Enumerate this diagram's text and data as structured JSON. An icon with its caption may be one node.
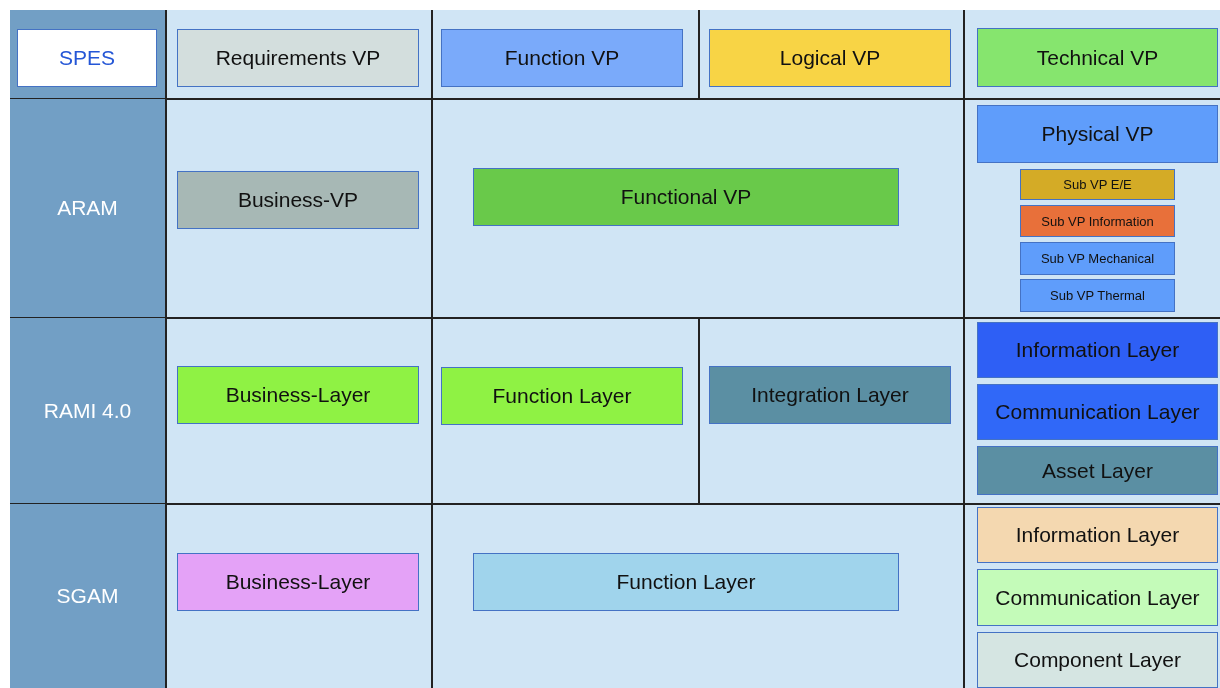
{
  "diagram": {
    "nodes": [
      {
        "text": [
          "SPES"
        ]
      },
      {
        "text": [
          "Requirements VP"
        ]
      },
      {
        "text": [
          "Function VP"
        ]
      },
      {
        "text": [
          "Logical VP"
        ]
      },
      {
        "text": [
          "Technical VP"
        ]
      },
      {
        "text": [
          "ARAM"
        ]
      },
      {
        "text": [
          "Business-VP"
        ]
      },
      {
        "text": [
          "Functional VP"
        ]
      },
      {
        "text": [
          "Physical VP"
        ]
      },
      {
        "text": [
          "Sub VP E/E"
        ]
      },
      {
        "text": [
          "Sub VP Information"
        ]
      },
      {
        "text": [
          "Sub VP Mechanical"
        ]
      },
      {
        "text": [
          "Sub VP Thermal"
        ]
      },
      {
        "text": [
          "RAMI 4.0"
        ]
      },
      {
        "text": [
          "Business-Layer"
        ]
      },
      {
        "text": [
          "Function Layer"
        ]
      },
      {
        "text": [
          "Integration Layer"
        ]
      },
      {
        "text": [
          "Information Layer"
        ]
      },
      {
        "text": [
          "Communication Layer"
        ]
      },
      {
        "text": [
          "Asset Layer"
        ]
      },
      {
        "text": [
          "SGAM"
        ]
      },
      {
        "text": [
          "Business-Layer"
        ]
      },
      {
        "text": [
          "Function Layer"
        ]
      },
      {
        "text": [
          "Information Layer"
        ]
      },
      {
        "text": [
          "Communication Layer"
        ]
      },
      {
        "text": [
          "Component Layer"
        ]
      }
    ],
    "edges": []
  }
}
